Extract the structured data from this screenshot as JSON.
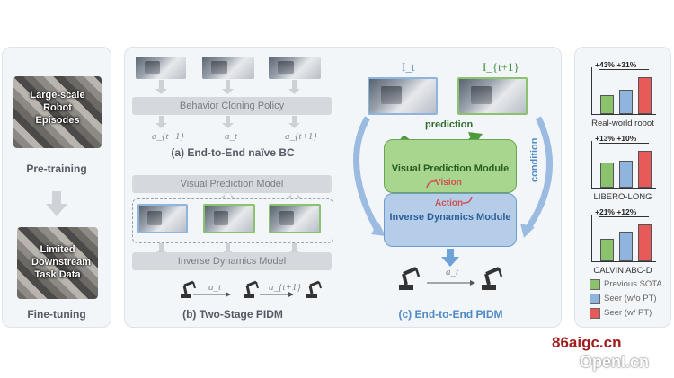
{
  "left": {
    "pretrain_collage": "Large-scale Robot Episodes",
    "pretrain_label": "Pre-training",
    "finetune_collage": "Limited Downstream Task Data",
    "finetune_label": "Fine-tuning"
  },
  "middle": {
    "bc": {
      "policy": "Behavior Cloning Policy",
      "actions": [
        "a_{t−1}",
        "a_t",
        "a_{t+1}"
      ],
      "caption": "(a) End-to-End naïve BC"
    },
    "pidm2": {
      "vpm": "Visual Prediction Model",
      "idm": "Inverse Dynamics Model",
      "actions": [
        "a_t",
        "a_{t+1}"
      ],
      "caption": "(b) Two-Stage PIDM"
    }
  },
  "center": {
    "frame_labels": [
      "I_t",
      "I_{t+1}"
    ],
    "prediction": "prediction",
    "condition": "condition",
    "vpm": "Visual Prediction Module",
    "vision": "Vision",
    "action": "Action",
    "idm": "Inverse Dynamics Module",
    "action_label": "a_t",
    "caption": "(c) End-to-End PIDM"
  },
  "right": {
    "groups": [
      {
        "label": "Real-world robot",
        "gains": [
          "+43%",
          "+31%"
        ],
        "values": [
          0.45,
          0.59,
          0.9
        ]
      },
      {
        "label": "LIBERO-LONG",
        "gains": [
          "+13%",
          "+10%"
        ],
        "values": [
          0.6,
          0.65,
          0.9
        ]
      },
      {
        "label": "CALVIN ABC-D",
        "gains": [
          "+21%",
          "+12%"
        ],
        "values": [
          0.55,
          0.72,
          0.9
        ]
      }
    ],
    "legend": [
      {
        "name": "Previous SOTA",
        "color": "#8bc26e"
      },
      {
        "name": "Seer (w/o PT)",
        "color": "#8fb4de"
      },
      {
        "name": "Seer (w/ PT)",
        "color": "#e85a59"
      }
    ]
  },
  "watermark": {
    "line1": "86aigc.cn",
    "line2": "OpenI.cn"
  },
  "colors": {
    "green": "#8bc26e",
    "blue": "#8fb4de",
    "red": "#e85a59",
    "accent_blue": "#4f8ac6"
  }
}
